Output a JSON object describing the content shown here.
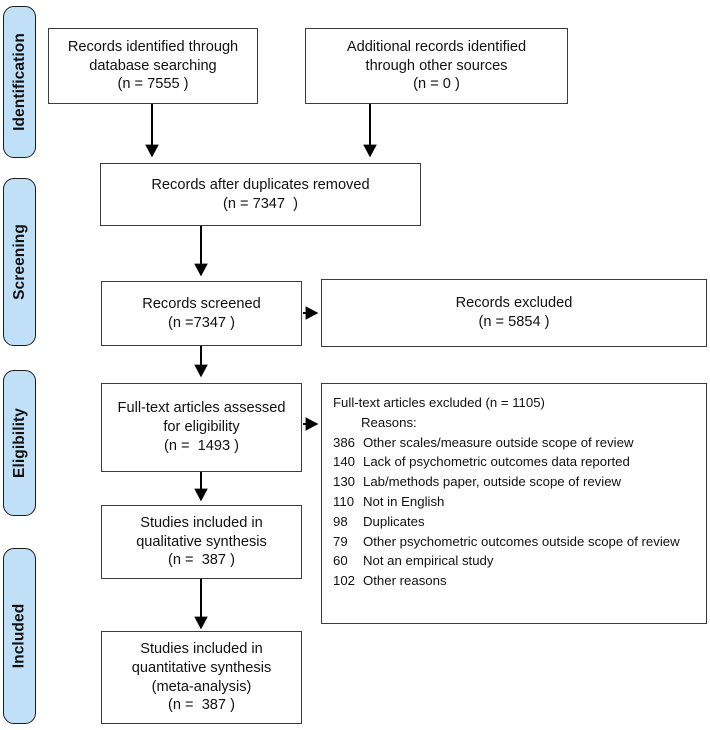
{
  "diagram": {
    "type": "prisma-flow-diagram",
    "stages": [
      {
        "id": "identification",
        "label": "Identification"
      },
      {
        "id": "screening",
        "label": "Screening"
      },
      {
        "id": "eligibility",
        "label": "Eligibility"
      },
      {
        "id": "included",
        "label": "Included"
      }
    ],
    "boxes": [
      {
        "id": "records-identified-database",
        "lines": [
          "Records identified through",
          "database searching",
          "(n = 7555 )"
        ],
        "n": 7555
      },
      {
        "id": "additional-records-other-sources",
        "lines": [
          "Additional records identified",
          "through other sources",
          "(n = 0 )"
        ],
        "n": 0
      },
      {
        "id": "records-after-duplicates-removed",
        "lines": [
          "Records after duplicates removed",
          "(n = 7347  )"
        ],
        "n": 7347
      },
      {
        "id": "records-screened",
        "lines": [
          "Records screened",
          "(n =7347 )"
        ],
        "n": 7347
      },
      {
        "id": "records-excluded",
        "lines": [
          "Records excluded",
          "(n = 5854 )"
        ],
        "n": 5854
      },
      {
        "id": "fulltext-assessed",
        "lines": [
          "Full-text articles assessed",
          "for eligibility",
          "(n =  1493 )"
        ],
        "n": 1493
      },
      {
        "id": "studies-qualitative",
        "lines": [
          "Studies included in",
          "qualitative synthesis",
          "(n =  387 )"
        ],
        "n": 387
      },
      {
        "id": "studies-quantitative",
        "lines": [
          "Studies included in",
          "quantitative synthesis",
          "(meta-analysis)",
          "(n =  387 )"
        ],
        "n": 387
      }
    ],
    "exclusions": {
      "heading": "Full-text articles excluded (n = 1105)",
      "subheading": "Reasons:",
      "total": 1105,
      "reasons": [
        {
          "count": "386",
          "text": "Other scales/measure outside scope of review"
        },
        {
          "count": "140",
          "text": "Lack of psychometric outcomes data reported"
        },
        {
          "count": "130",
          "text": "Lab/methods paper, outside scope of review"
        },
        {
          "count": "110",
          "text": "Not in English"
        },
        {
          "count": "98",
          "text": "Duplicates"
        },
        {
          "count": "79",
          "text": "Other psychometric outcomes outside scope of review"
        },
        {
          "count": "60",
          "text": "Not an empirical study"
        },
        {
          "count": "102",
          "text": "Other reasons"
        }
      ]
    },
    "colors": {
      "stage_fill": "#bfe0f6",
      "stage_border": "#1b1b1b",
      "box_border": "#3b3b3b",
      "connector": "#000000",
      "background": "#ffffff",
      "text": "#111111"
    }
  }
}
